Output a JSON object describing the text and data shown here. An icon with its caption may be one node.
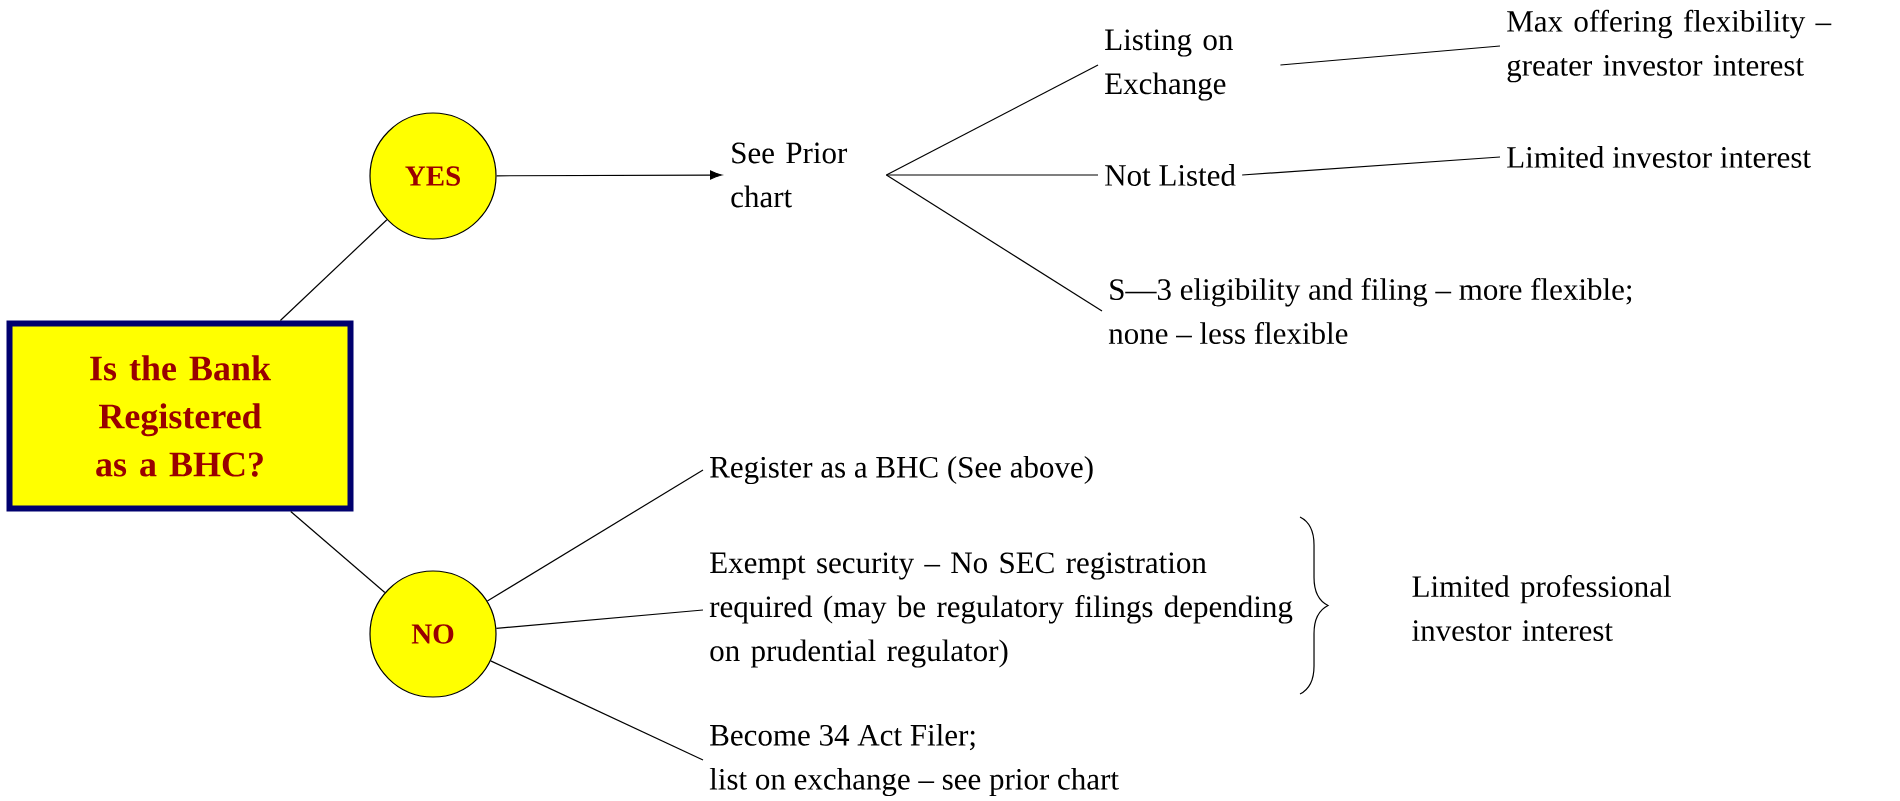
{
  "diagram": {
    "nodes": [
      {
        "text": [
          "Is the Bank Registered as a BHC?"
        ]
      },
      {
        "text": [
          "YES"
        ]
      },
      {
        "text": [
          "NO"
        ]
      },
      {
        "text": [
          "See Prior chart"
        ]
      },
      {
        "text": [
          "Listing on Exchange"
        ]
      },
      {
        "text": [
          "Not Listed"
        ]
      },
      {
        "text": [
          "S—3 eligibility and filing – more flexible;",
          "none – less flexible"
        ]
      },
      {
        "text": [
          "Max offering flexibility – greater investor interest"
        ]
      },
      {
        "text": [
          "Limited investor interest"
        ]
      },
      {
        "text": [
          "Register as a BHC (See above)"
        ]
      },
      {
        "text": [
          "Exempt security – No SEC registration required (may be regulatory filings depending on prudential regulator)"
        ]
      },
      {
        "text": [
          "Become 34 Act Filer;",
          "list on exchange – see prior chart"
        ]
      }
    ],
    "edges": [
      {
        "from": 0,
        "to": 1,
        "arrow": "none"
      },
      {
        "from": 0,
        "to": 2,
        "arrow": "none"
      },
      {
        "from": 1,
        "to": 3,
        "arrow": "to"
      },
      {
        "from": 3,
        "to": 4,
        "arrow": "none"
      },
      {
        "from": 3,
        "to": 5,
        "arrow": "none"
      },
      {
        "from": 3,
        "to": 6,
        "arrow": "none"
      },
      {
        "from": 4,
        "to": 7,
        "arrow": "none"
      },
      {
        "from": 5,
        "to": 8,
        "arrow": "none"
      },
      {
        "from": 2,
        "to": 9,
        "arrow": "none"
      },
      {
        "from": 2,
        "to": 10,
        "arrow": "none"
      },
      {
        "from": 2,
        "to": 11,
        "arrow": "none"
      }
    ],
    "labels": [
      "Limited professional investor interest"
    ]
  }
}
